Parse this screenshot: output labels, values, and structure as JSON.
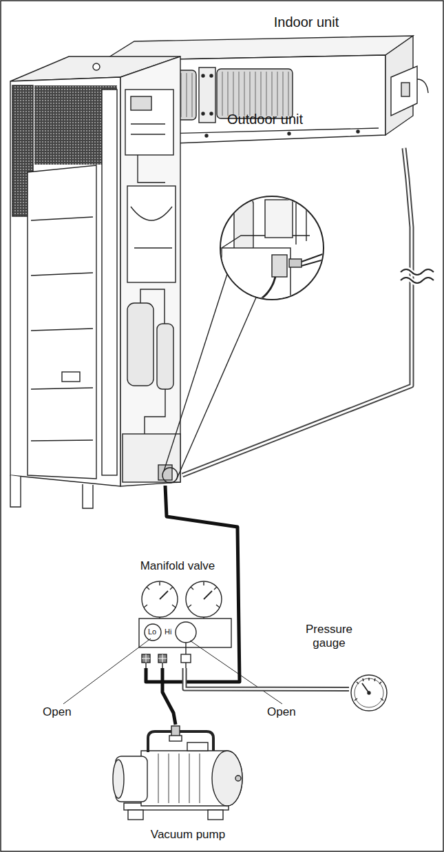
{
  "diagram": {
    "nodes": [
      {
        "text": [
          "Indoor unit"
        ]
      },
      {
        "text": [
          "Outdoor unit"
        ]
      },
      {
        "text": [
          "Manifold valve"
        ]
      },
      {
        "text": [
          "Pressure gauge"
        ]
      },
      {
        "text": [
          "Vacuum pump"
        ]
      }
    ],
    "edges": [
      {
        "from": 0,
        "to": 1,
        "arrow": "none"
      },
      {
        "from": 1,
        "to": 2,
        "arrow": "none"
      },
      {
        "from": 2,
        "to": 4,
        "arrow": "none"
      },
      {
        "from": 2,
        "to": 3,
        "arrow": "none"
      }
    ],
    "labels": [
      "Lo",
      "Hi",
      "Open",
      "Open"
    ]
  }
}
